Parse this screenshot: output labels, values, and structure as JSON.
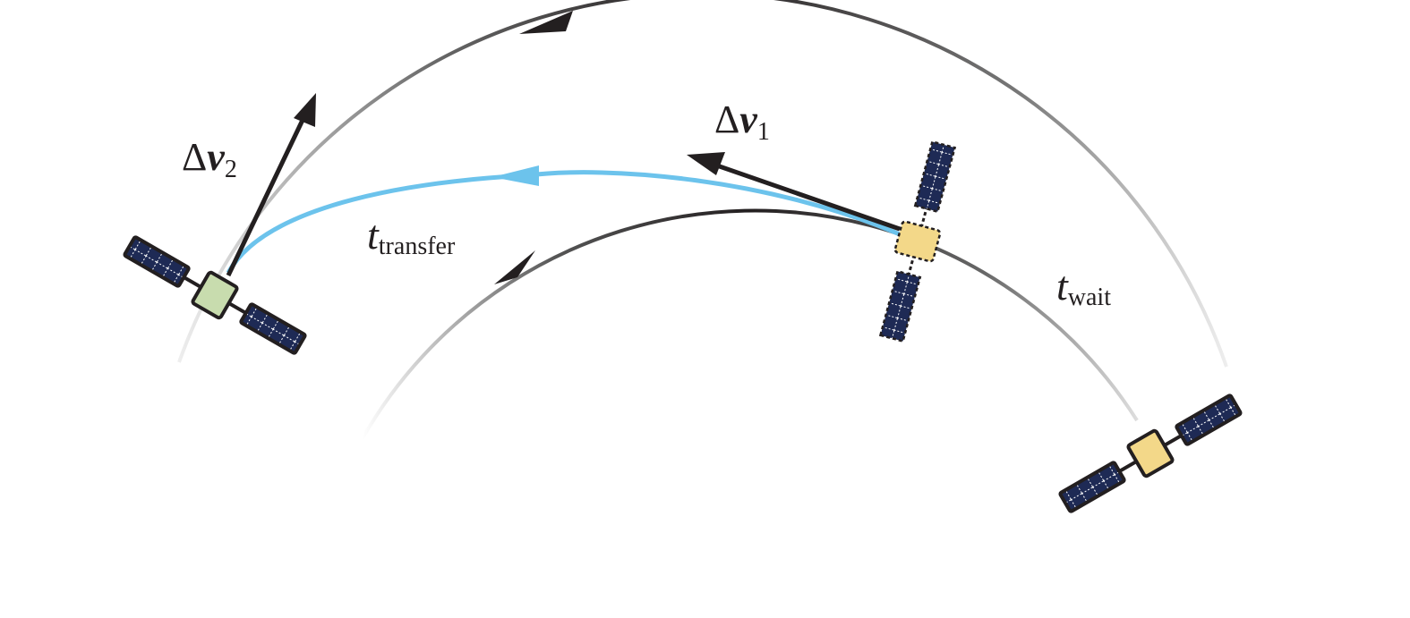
{
  "labels": {
    "dv2": {
      "delta": "Δ",
      "v": "v",
      "sub": "2"
    },
    "dv1": {
      "delta": "Δ",
      "v": "v",
      "sub": "1"
    },
    "t_transfer": {
      "t": "t",
      "sub": "transfer"
    },
    "t_wait": {
      "t": "t",
      "sub": "wait"
    }
  },
  "colors": {
    "orbit": "#231f20",
    "transfer": "#6cc3ec",
    "panel": "#1e2a55",
    "bus_target": "#c8dcae",
    "bus_chaser": "#f3d889"
  }
}
